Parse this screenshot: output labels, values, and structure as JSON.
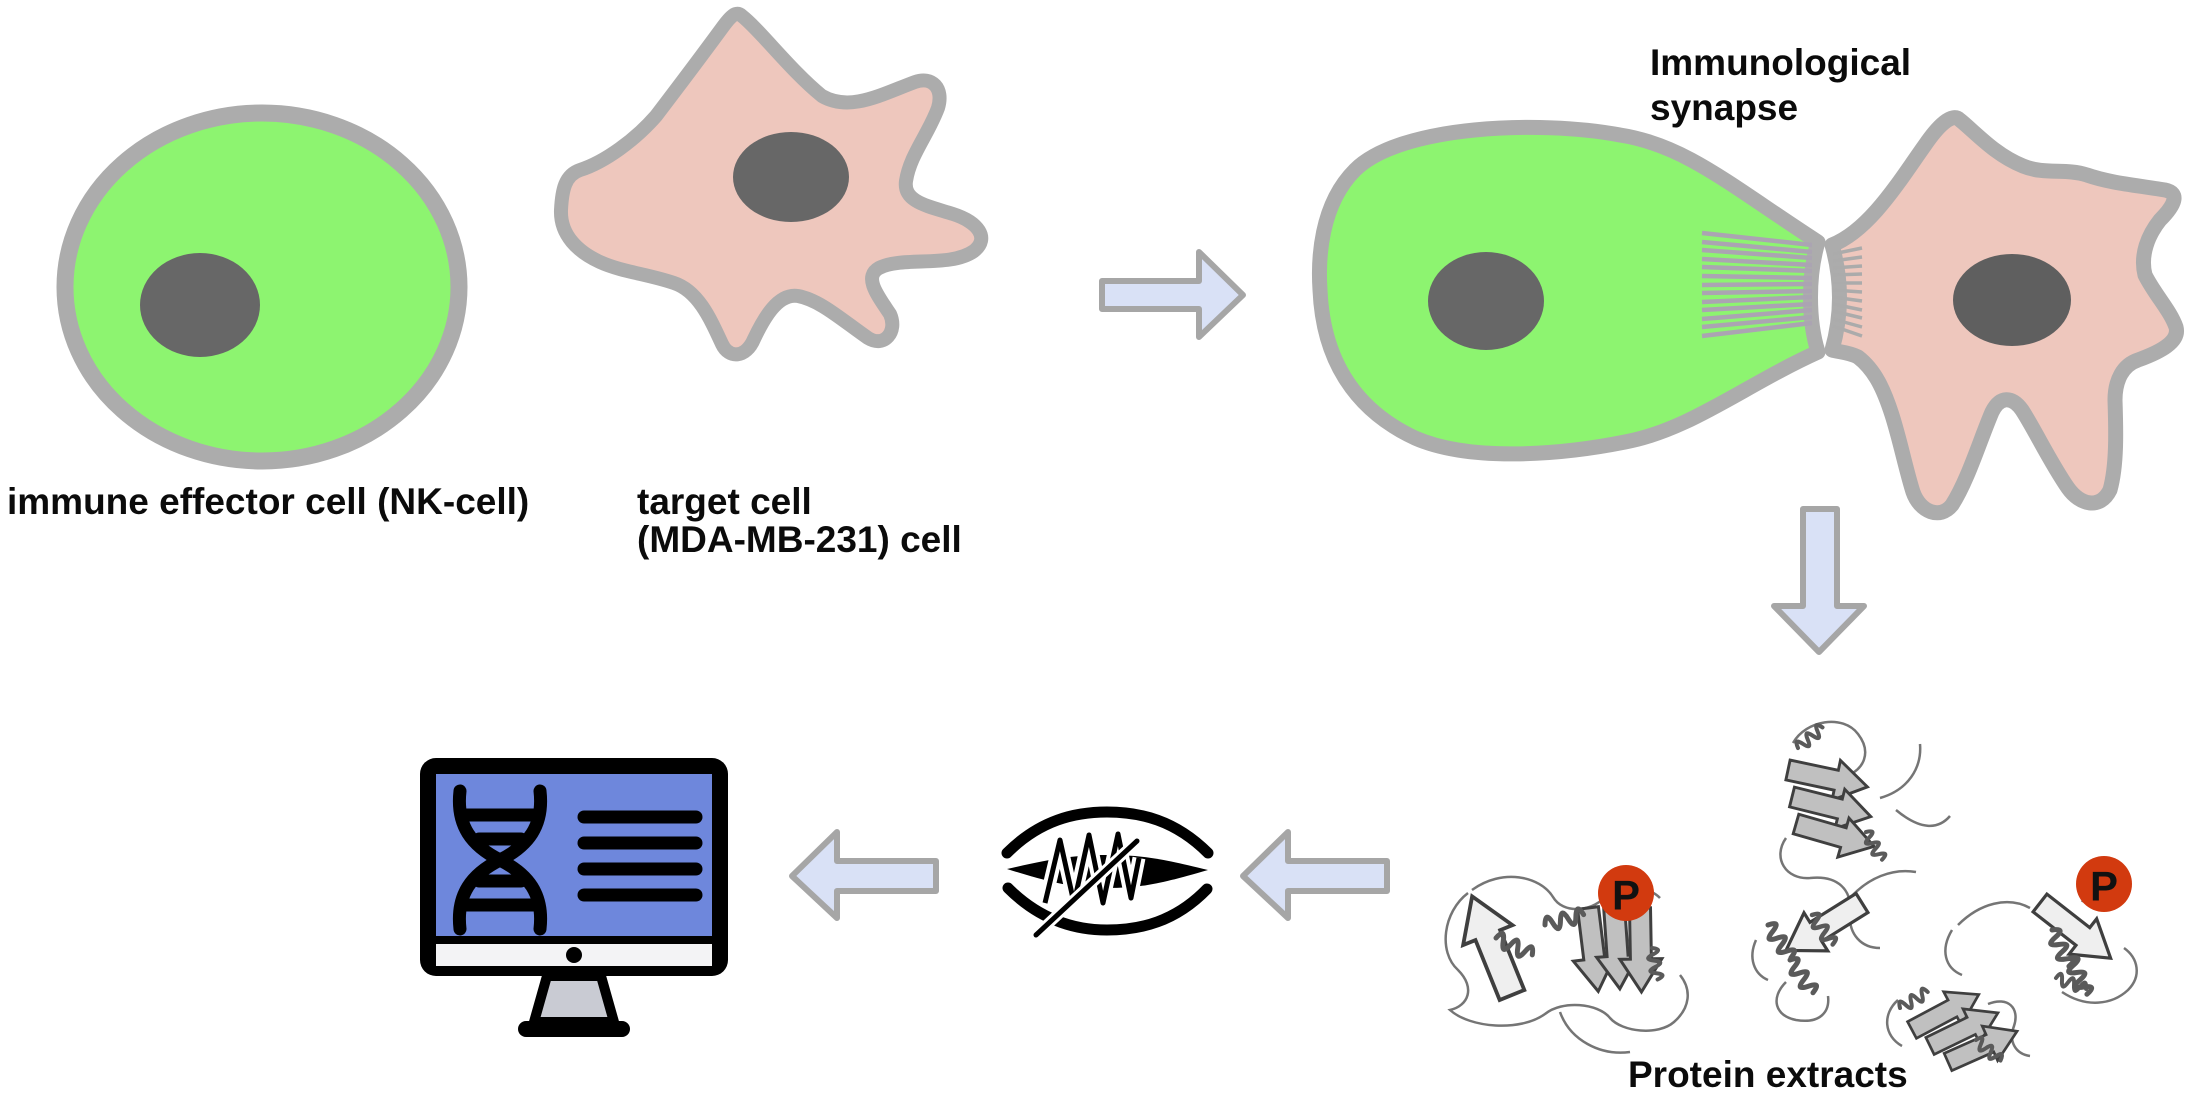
{
  "labels": {
    "nk_cell": "immune effector cell (NK-cell)",
    "target_cell_line1": "target cell",
    "target_cell_line2": "(MDA-MB-231) cell",
    "synapse_line1": "Immunological",
    "synapse_line2": "synapse",
    "protein_extracts": "Protein extracts",
    "phospho_badge": "P"
  },
  "colors": {
    "background": "#ffffff",
    "nk_cell_green": "#8DF470",
    "target_cell_pink": "#EEC7BD",
    "membrane_gray": "#ACACAC",
    "nucleus_gray": "#676767",
    "synapse_filament_gray": "#ABA4B2",
    "flow_arrow_fill": "#D9E1F6",
    "flow_arrow_stroke": "#A6A6A6",
    "monitor_screen_blue": "#6E87DC",
    "monitor_stand_gray": "#C9CBD3",
    "phospho_red": "#D23A0F",
    "icon_black": "#000000",
    "text_black": "#0b0b0b"
  },
  "icons": {
    "flow_arrow_right": "block-arrow-right",
    "flow_arrow_down": "block-arrow-down",
    "flow_arrow_left": "block-arrow-left",
    "mass_spectrometer": "lens-coil-needle-glyph",
    "analysis_monitor": "monitor-dna-report-glyph",
    "phosphosite": "red-circle-P-badge"
  }
}
